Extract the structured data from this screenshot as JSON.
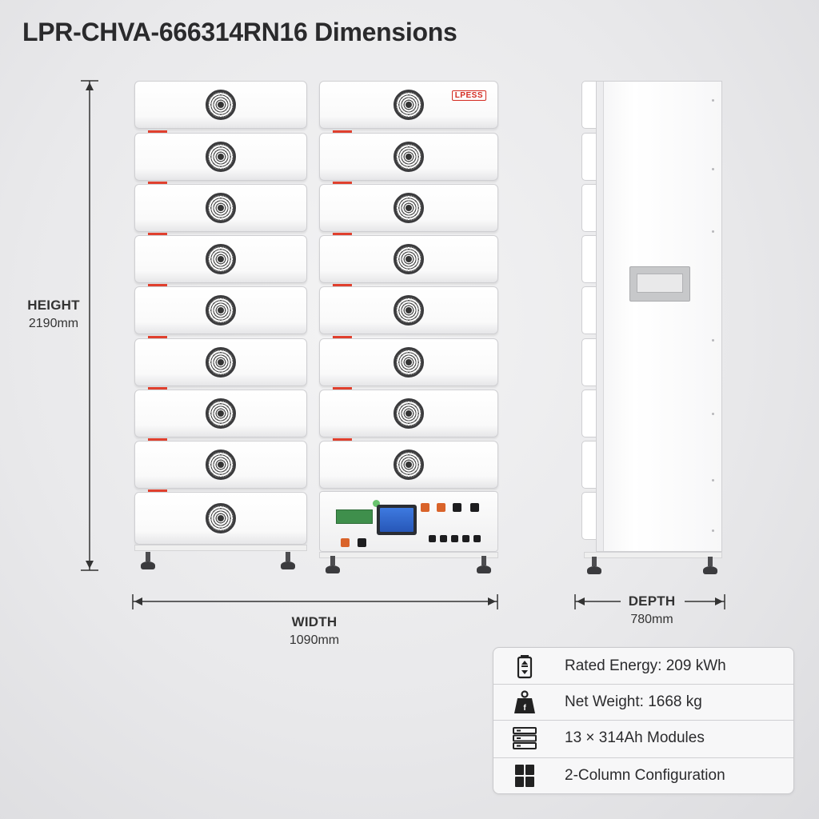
{
  "title": "LPR-CHVA-666314RN16 Dimensions",
  "brand_logo": "LPESS",
  "dimensions": {
    "height": {
      "label": "HEIGHT",
      "value": "2190mm"
    },
    "width": {
      "label": "WIDTH",
      "value": "1090mm"
    },
    "depth": {
      "label": "DEPTH",
      "value": "780mm"
    }
  },
  "specs": [
    {
      "icon": "battery-icon",
      "text": "Rated Energy: 209 kWh"
    },
    {
      "icon": "weight-icon",
      "text": "Net Weight: 1668 kg"
    },
    {
      "icon": "module-stack-icon",
      "text": "13 × 314Ah Modules"
    },
    {
      "icon": "grid-icon",
      "text": "2-Column Configuration"
    }
  ],
  "colors": {
    "accent_red": "#e0402e",
    "logo_red": "#d42b21",
    "dimension_line": "#333333",
    "screen_blue": "#3e7ae0"
  },
  "layout": {
    "left_column_modules": 9,
    "right_column_modules": 8
  }
}
